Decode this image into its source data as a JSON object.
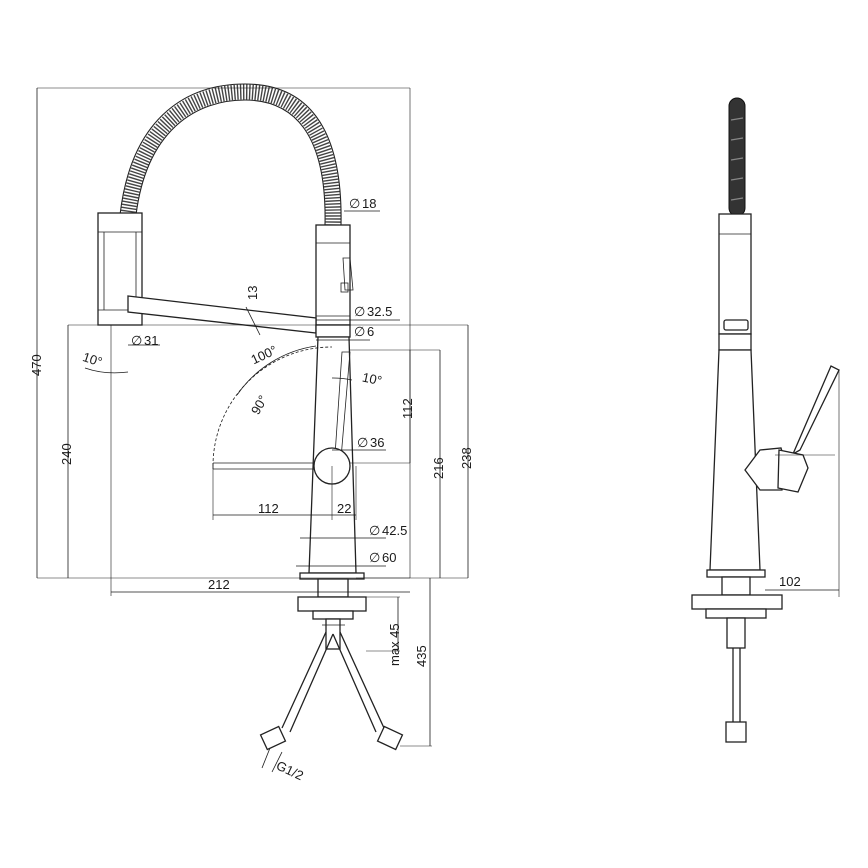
{
  "drawing": {
    "front_view": {
      "dimensions": {
        "d18": "18",
        "d13": "13",
        "d32_5": "32.5",
        "d6": "6",
        "d31": "31",
        "ang10_left": "10°",
        "ang100": "100°",
        "ang10_right": "10°",
        "ang90": "90°",
        "h112": "112",
        "d36": "36",
        "h216": "216",
        "h238": "238",
        "h240": "240",
        "h470": "470",
        "w112": "112",
        "w22": "22",
        "d42_5": "42.5",
        "d60": "60",
        "w212": "212",
        "max45": "max 45",
        "h435": "435",
        "g12": "G1/2"
      },
      "diameter_symbol": "∅"
    },
    "side_view": {
      "dimensions": {
        "w102": "102"
      }
    }
  }
}
